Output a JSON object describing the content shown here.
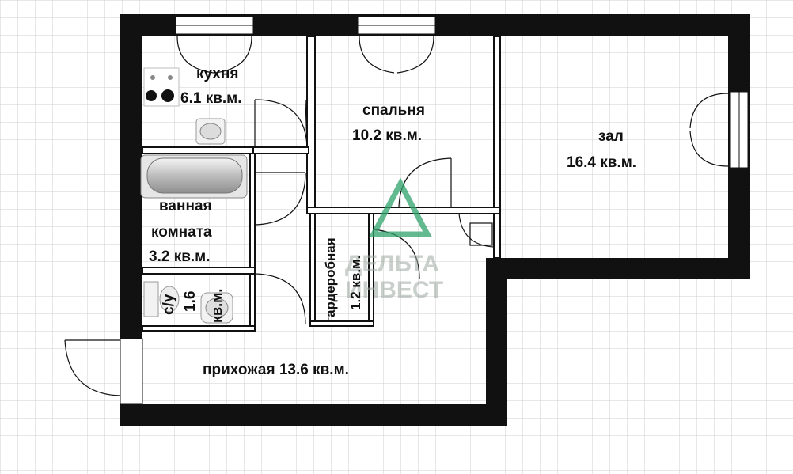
{
  "rooms": {
    "kitchen": {
      "name": "кухня",
      "area": "6.1 кв.м."
    },
    "bedroom": {
      "name": "спальня",
      "area": "10.2 кв.м."
    },
    "hall": {
      "name": "зал",
      "area": "16.4 кв.м."
    },
    "bathroom": {
      "name_line1": "ванная",
      "name_line2": "комната",
      "area": "3.2 кв.м."
    },
    "wc": {
      "name": "с/у",
      "area_value": "1.6",
      "area_unit": "кв.м."
    },
    "wardrobe": {
      "name": "гардеробная",
      "area": "1.2 кв.м."
    },
    "entrance": {
      "label": "прихожая 13.6 кв.м."
    }
  },
  "watermark": {
    "line1": "ДЕЛЬТА",
    "line2": "ИНВЕСТ"
  },
  "colors": {
    "wall": "#111111",
    "grid": "#cfcfcf",
    "watermark": "#2fa36b"
  }
}
